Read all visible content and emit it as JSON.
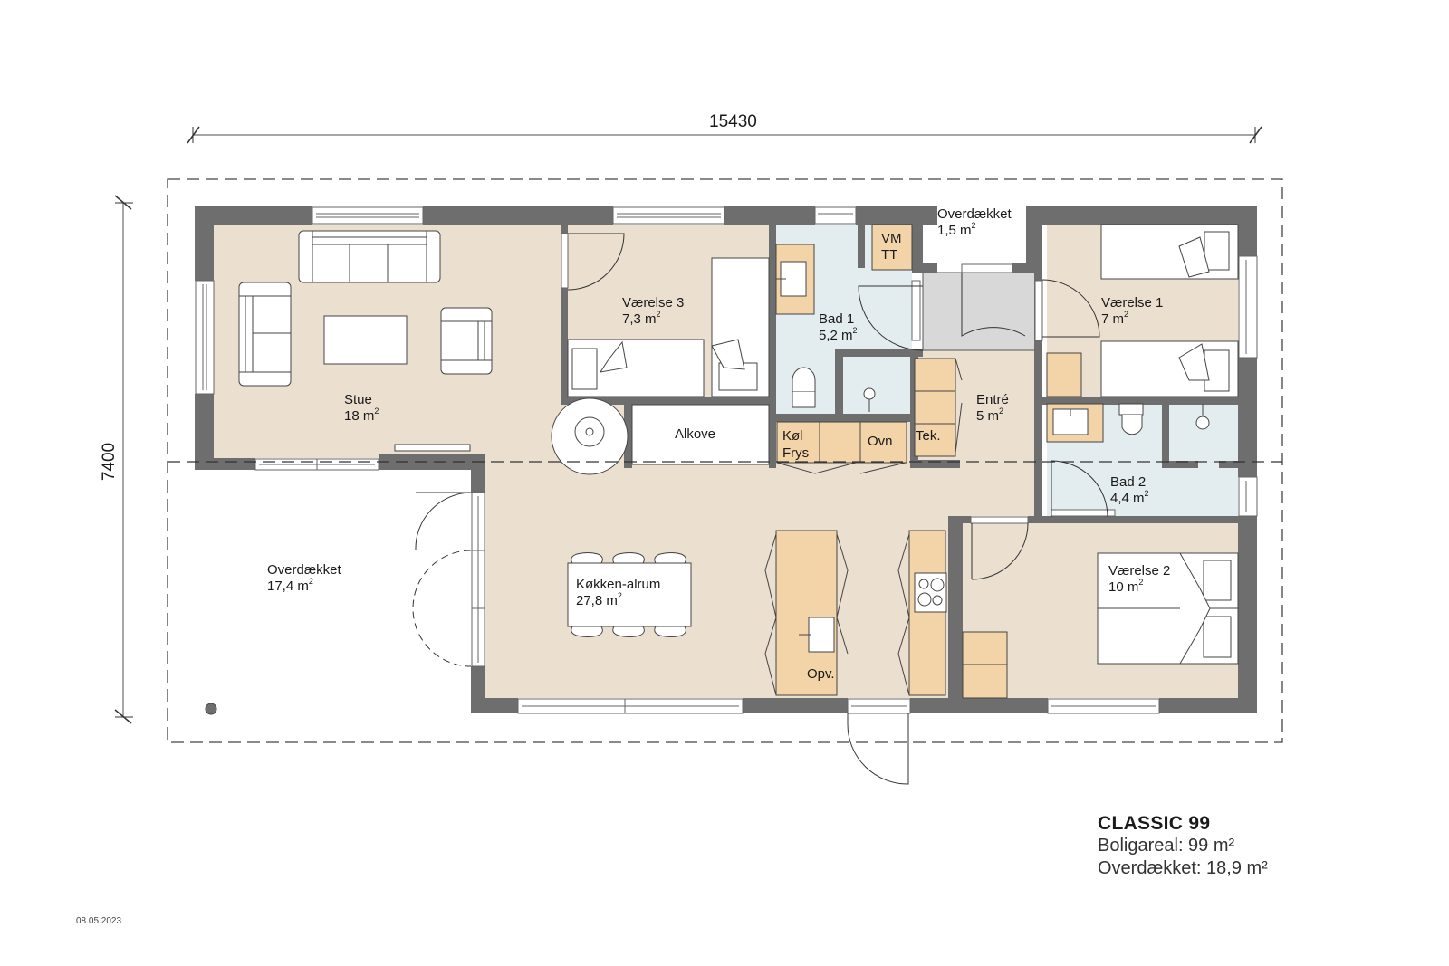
{
  "drawing": {
    "dimensions": {
      "width_mm": "15430",
      "depth_mm": "7400"
    },
    "colors": {
      "wall": "#6e6e6e",
      "living_floor": "#ebdfd0",
      "wet_room_floor": "#e3ecee",
      "cabinet": "#f3d3a8",
      "entry_mat": "#d8d8d8",
      "outline": "#333333"
    },
    "rooms": [
      {
        "name": "Stue",
        "area": "18 m",
        "sup": "2"
      },
      {
        "name": "Værelse 3",
        "area": "7,3 m",
        "sup": "2"
      },
      {
        "name": "Bad 1",
        "area": "5,2 m",
        "sup": "2"
      },
      {
        "name": "Overdækket",
        "area": "1,5 m",
        "sup": "2"
      },
      {
        "name": "Værelse 1",
        "area": "7 m",
        "sup": "2"
      },
      {
        "name": "Entré",
        "area": "5 m",
        "sup": "2"
      },
      {
        "name": "Bad 2",
        "area": "4,4 m",
        "sup": "2"
      },
      {
        "name": "Værelse 2",
        "area": "10 m",
        "sup": "2"
      },
      {
        "name": "Køkken-alrum",
        "area": "27,8 m",
        "sup": "2"
      },
      {
        "name": "Overdækket",
        "area": "17,4 m",
        "sup": "2"
      }
    ],
    "fixtures": {
      "alkove": "Alkove",
      "vm": "VM",
      "tt": "TT",
      "kol": "Køl",
      "frys": "Frys",
      "ovn": "Ovn",
      "tek": "Tek.",
      "opv": "Opv."
    }
  },
  "title_block": {
    "model": "CLASSIC 99",
    "living_area": "Boligareal: 99 m²",
    "covered_area": "Overdækket: 18,9 m²"
  },
  "date": "08.05.2023"
}
